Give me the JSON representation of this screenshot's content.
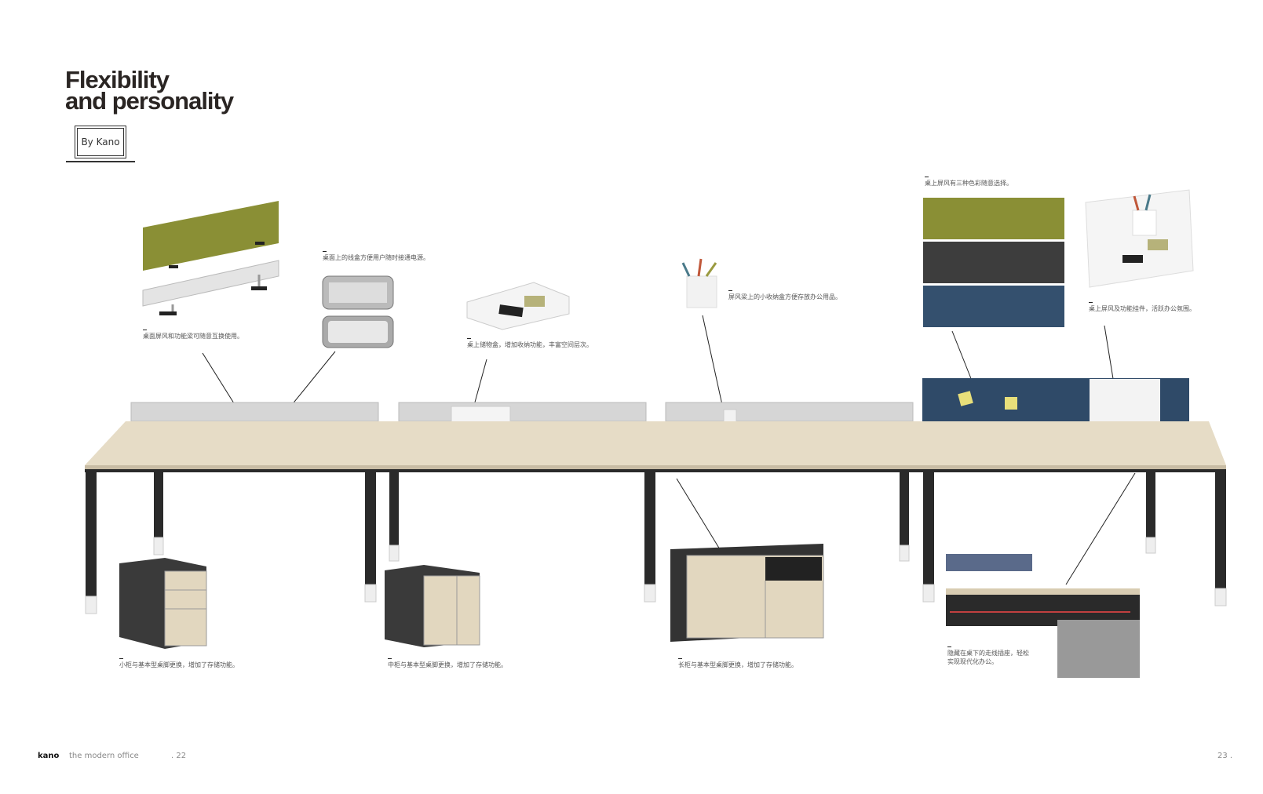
{
  "title": {
    "line1": "Flexibility",
    "line2": "and personality"
  },
  "byline": "By Kano",
  "captions": {
    "screen_rail": "桌面屏风和功能梁可随意互换使用。",
    "cable_box": "桌面上的线盒方便用户随时接通电源。",
    "desk_tray": "桌上储物盒，增加收纳功能，丰富空间层次。",
    "pen_box": "屏风梁上的小收纳盒方便存放办公用品。",
    "screen_colors": "桌上屏风有三种色彩随意选择。",
    "screen_accessory": "桌上屏风及功能挂件，活跃办公氛围。",
    "small_pedestal": "小柜与基本型桌脚更换，增加了存储功能。",
    "mid_pedestal": "中柜与基本型桌脚更换，增加了存储功能。",
    "long_cabinet": "长柜与基本型桌脚更换，增加了存储功能。",
    "cable_tray_line1": "隐藏在桌下的走线插座，轻松",
    "cable_tray_line2": "实现现代化办公。"
  },
  "swatches": {
    "green": "#8a8f35",
    "charcoal": "#3d3d3d",
    "blue": "#34506e"
  },
  "footer": {
    "brand": "kano",
    "tagline": "the modern office",
    "page_left": ". 22",
    "page_right": "23 ."
  }
}
